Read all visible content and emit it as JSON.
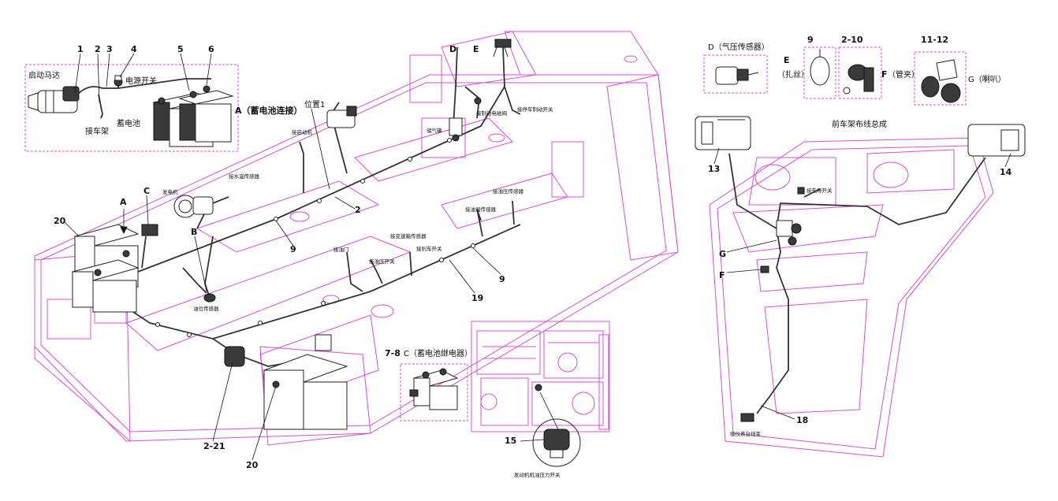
{
  "colors": {
    "frame_outline": "#d44fd4",
    "wiring_ink": "#222222",
    "background": "#ffffff"
  },
  "inset_battery": {
    "title": "A（蓄电池连接）",
    "starter_label": "启动马达",
    "power_switch_label": "电源开关",
    "ground_label": "接车架",
    "battery_label": "蓄电池",
    "callouts": [
      "1",
      "2",
      "3",
      "4",
      "5",
      "6"
    ]
  },
  "insets_top_right": {
    "d_title": "D（气压传感器）",
    "e_title": "E",
    "e_sub": "（扎丝）",
    "callout_9": "9",
    "callout_2_10": "2-10",
    "f_title": "F",
    "f_sub": "（管夹）",
    "callout_11_12": "11-12",
    "g_title": "G（喇叭）"
  },
  "main_frame": {
    "callout_D": "D",
    "callout_E": "E",
    "position_label": "位置1",
    "starter_label": "接启动机",
    "brake_valve_label": "接制动电磁阀",
    "park_brake_label": "接停车制动开关",
    "air_tank_label": "储气罐",
    "generator_label": "发电机",
    "water_temp_label": "接水温传感器",
    "oil_pressure_label": "接油压传感器",
    "oil_temp_label": "接油温传感器",
    "converter_temp_label": "接变速箱传感器",
    "throttle_label": "接油门",
    "oil_switch_label": "接油压开关",
    "brake_switch_label": "接刹车开关",
    "fuel_sensor_label": "油位传感器",
    "callout_A": "A",
    "callout_B": "B",
    "callout_C": "C",
    "callout_2": "2",
    "callout_9a": "9",
    "callout_9b": "9",
    "callout_19": "19",
    "callout_20a": "20",
    "callout_20b": "20",
    "callout_2_21": "2-21"
  },
  "relay_inset": {
    "callout": "7-8",
    "title": "C（蓄电池继电器）"
  },
  "engine_inset": {
    "callout": "15",
    "caption": "发动机机油压力开关"
  },
  "front_frame": {
    "title": "前车架布线总成",
    "callout_13": "13",
    "callout_14": "14",
    "guide_switch_label": "接先导开关",
    "callout_G": "G",
    "callout_F": "F",
    "callout_18": "18",
    "instrument_label": "接仪表台线束"
  }
}
